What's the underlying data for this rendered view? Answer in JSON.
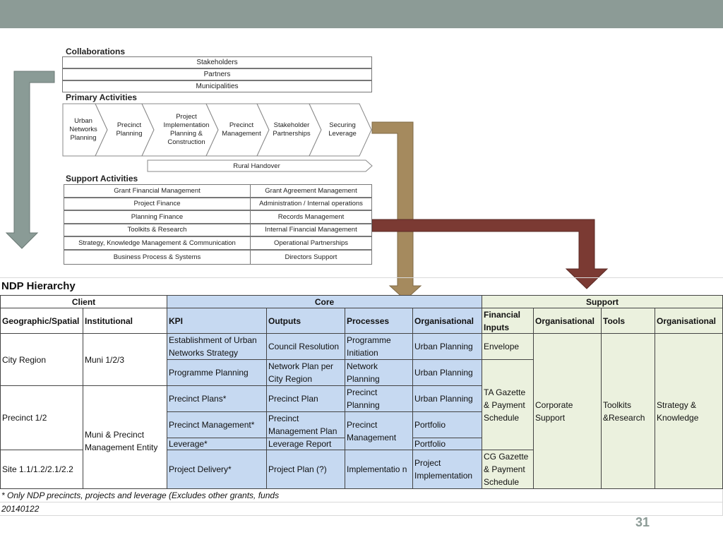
{
  "diagram": {
    "collaborations_title": "Collaborations",
    "collaborations": [
      "Stakeholders",
      "Partners",
      "Municipalities"
    ],
    "primary_title": "Primary Activities",
    "primary": [
      "Urban Networks Planning",
      "Precinct Planning",
      "Project Implementation Planning & Construction",
      "Precinct Management",
      "Stakeholder Partnerships",
      "Securing Leverage"
    ],
    "rural_handover": "Rural Handover",
    "support_title": "Support Activities",
    "support_left": [
      "Grant Financial Management",
      "Project Finance",
      "Planning Finance",
      "Toolkits & Research",
      "Strategy, Knowledge Management & Communication",
      "Business Process & Systems"
    ],
    "support_right": [
      "Grant Agreement Management",
      "Administration / Internal operations",
      "Records Management",
      "Internal Financial Management",
      "Operational Partnerships",
      "Directors Support"
    ],
    "arrow_colors": {
      "client": "#8a9b96",
      "core": "#a58a5e",
      "support": "#7b3a33"
    }
  },
  "table": {
    "title": "NDP Hierarchy",
    "groups": {
      "client": "Client",
      "core": "Core",
      "support": "Support"
    },
    "headers": {
      "geo": "Geographic/Spatial",
      "inst": "Institutional",
      "kpi": "KPI",
      "outputs": "Outputs",
      "processes": "Processes",
      "org": "Organisational",
      "fin": "Financial Inputs",
      "sorg": "Organisational",
      "tools": "Tools",
      "sorg2": "Organisational"
    },
    "cells": {
      "city_region": "City Region",
      "muni123": "Muni 1/2/3",
      "kpi_urban": "Establishment of Urban Networks Strategy",
      "council_resolution": "Council Resolution",
      "programme_initiation": "Programme Initiation",
      "urban_planning_1": "Urban Planning",
      "envelope": "Envelope",
      "programme_planning": "Programme Planning",
      "network_plan": "Network Plan per City Region",
      "network_planning": "Network Planning",
      "urban_planning_2": "Urban Planning",
      "precinct12": "Precinct 1/2",
      "muni_precinct": "Muni & Precinct Management Entity",
      "precinct_plans": "Precinct Plans*",
      "precinct_plan": "Precinct Plan",
      "precinct_planning": "Precinct Planning",
      "urban_planning_3": "Urban Planning",
      "ta_gazette": "TA Gazette & Payment Schedule",
      "corporate_support": "Corporate Support",
      "toolkits": "Toolkits &Research",
      "strategy": "Strategy & Knowledge",
      "precinct_mgmt": "Precinct Management*",
      "precinct_mgmt_plan": "Precinct Management Plan",
      "precinct_management": "Precinct Management",
      "portfolio_1": "Portfolio",
      "leverage": "Leverage*",
      "leverage_report": "Leverage Report",
      "portfolio_2": "Portfolio",
      "site": "Site 1.1/1.2/2.1/2.2",
      "project_delivery": "Project Delivery*",
      "project_plan": "Project Plan (?)",
      "implementation": "Implementatio n",
      "project_impl": "Project Implementation",
      "cg_gazette": "CG Gazette & Payment Schedule"
    },
    "footnote": "* Only NDP precincts, projects and leverage (Excludes other grants, funds",
    "date": "20140122"
  },
  "slide_number": "31"
}
